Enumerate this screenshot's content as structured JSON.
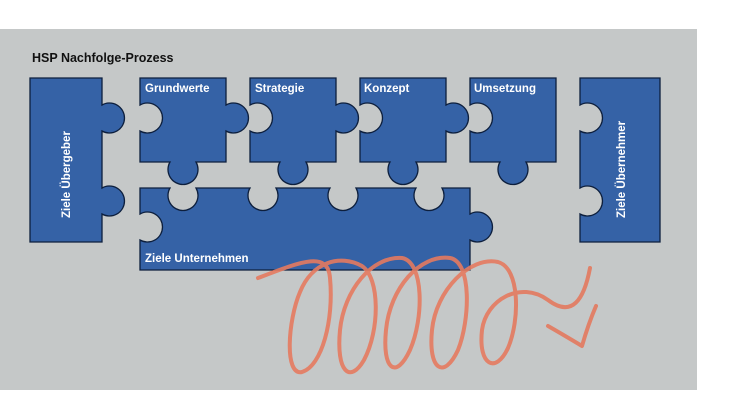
{
  "diagram": {
    "title": "HSP Nachfolge-Prozess",
    "pieces": {
      "left": "Ziele Übergeber",
      "grundwerte": "Grundwerte",
      "strategie": "Strategie",
      "konzept": "Konzept",
      "umsetzung": "Umsetzung",
      "right": "Ziele Übernehmer",
      "bottom": "Ziele Unternehmen"
    },
    "colors": {
      "background": "#c5c8c8",
      "piece_fill": "#3562a6",
      "piece_stroke": "#0d1f3d",
      "scribble": "#e47a5f"
    }
  }
}
